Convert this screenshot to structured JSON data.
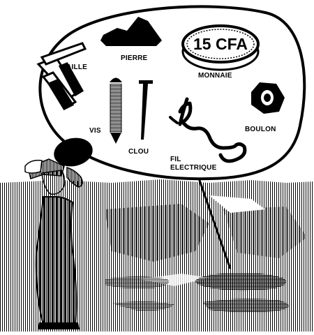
{
  "illustration": {
    "coin_text": "15 CFA",
    "labels": {
      "paille": "PAILLE",
      "pierre": "PIERRE",
      "monnaie": "MONNAIE",
      "vis": "VIS",
      "clou": "CLOU",
      "boulon": "BOULON",
      "fil_line1": "FIL",
      "fil_line2": "ELECTRIQUE"
    },
    "colors": {
      "ink": "#000000",
      "paper": "#ffffff"
    }
  }
}
